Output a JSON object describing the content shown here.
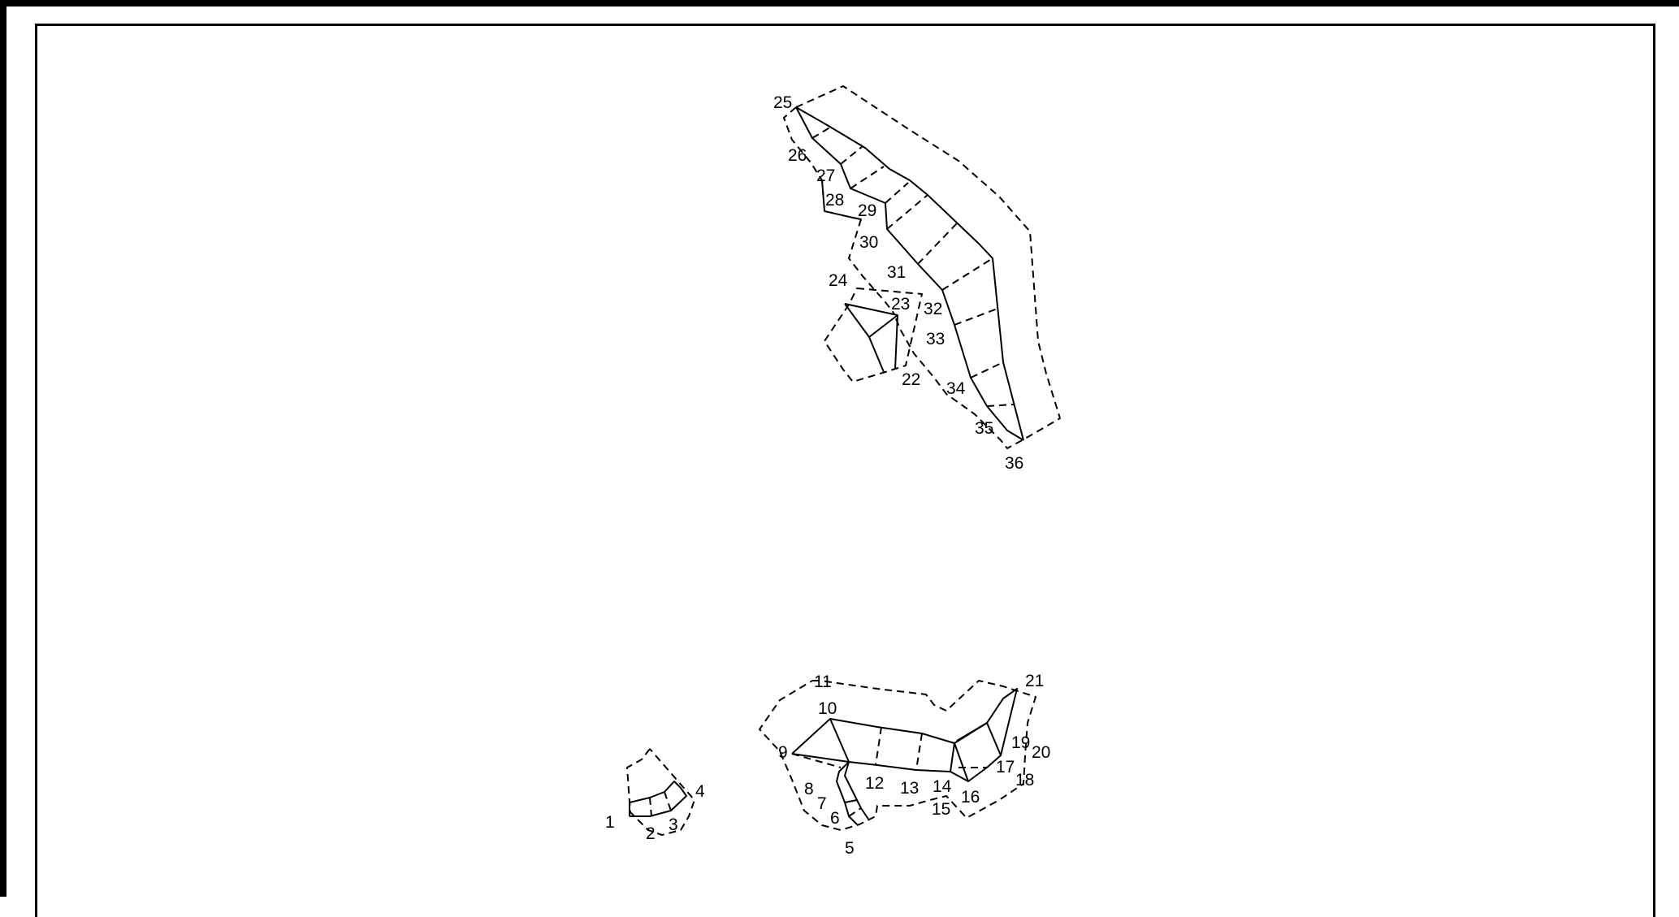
{
  "diagram": {
    "point_labels": [
      "1",
      "2",
      "3",
      "4",
      "5",
      "6",
      "7",
      "8",
      "9",
      "10",
      "11",
      "12",
      "13",
      "14",
      "15",
      "16",
      "17",
      "18",
      "19",
      "20",
      "21",
      "22",
      "23",
      "24",
      "25",
      "26",
      "27",
      "28",
      "29",
      "30",
      "31",
      "32",
      "33",
      "34",
      "35",
      "36"
    ]
  }
}
